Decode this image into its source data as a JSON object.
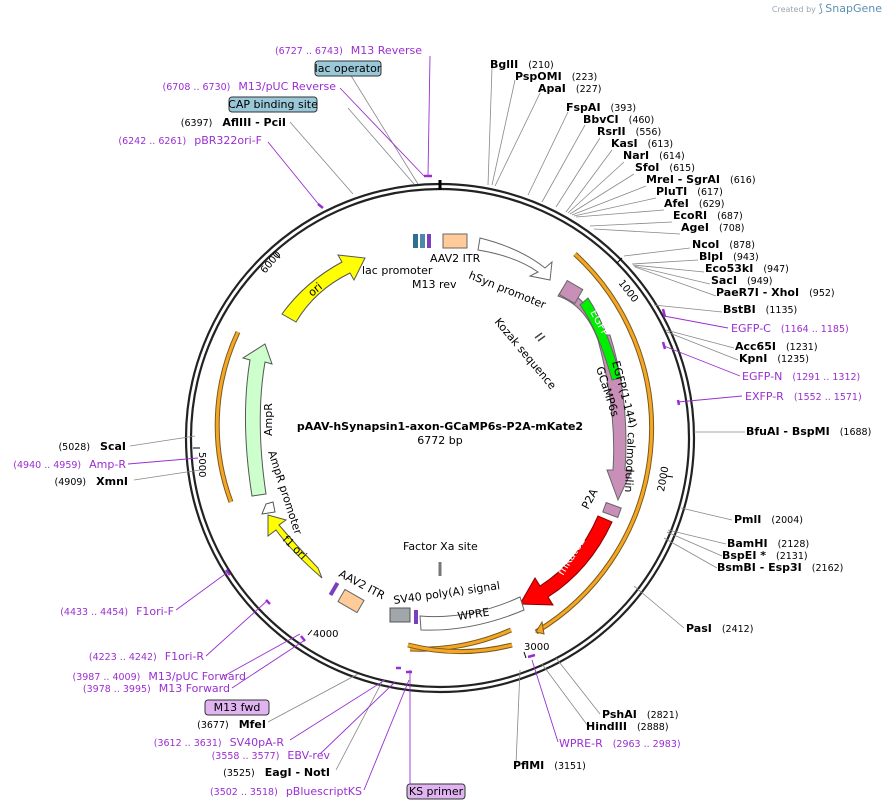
{
  "brand": {
    "prefix": "Created by",
    "name": "SnapGene"
  },
  "plasmid": {
    "name": "pAAV-hSynapsin1-axon-GCaMP6s-P2A-mKate2",
    "size_text": "6772 bp",
    "length": 6772
  },
  "ticks": [
    "1000",
    "2000",
    "3000",
    "4000",
    "5000",
    "6000"
  ],
  "sites": [
    {
      "name": "BglII",
      "pos": "(210)"
    },
    {
      "name": "PspOMI",
      "pos": "(223)"
    },
    {
      "name": "ApaI",
      "pos": "(227)"
    },
    {
      "name": "FspAI",
      "pos": "(393)"
    },
    {
      "name": "BbvCI",
      "pos": "(460)"
    },
    {
      "name": "RsrII",
      "pos": "(556)"
    },
    {
      "name": "KasI",
      "pos": "(613)"
    },
    {
      "name": "NarI",
      "pos": "(614)"
    },
    {
      "name": "SfoI",
      "pos": "(615)"
    },
    {
      "name": "MreI - SgrAI",
      "pos": "(616)"
    },
    {
      "name": "PluTI",
      "pos": "(617)"
    },
    {
      "name": "AfeI",
      "pos": "(629)"
    },
    {
      "name": "EcoRI",
      "pos": "(687)"
    },
    {
      "name": "AgeI",
      "pos": "(708)"
    },
    {
      "name": "NcoI",
      "pos": "(878)"
    },
    {
      "name": "BlpI",
      "pos": "(943)"
    },
    {
      "name": "Eco53kI",
      "pos": "(947)"
    },
    {
      "name": "SacI",
      "pos": "(949)"
    },
    {
      "name": "PaeR7I - XhoI",
      "pos": "(952)"
    },
    {
      "name": "BstBI",
      "pos": "(1135)"
    },
    {
      "name": "Acc65I",
      "pos": "(1231)"
    },
    {
      "name": "KpnI",
      "pos": "(1235)"
    },
    {
      "name": "BfuAI - BspMI",
      "pos": "(1688)"
    },
    {
      "name": "PmlI",
      "pos": "(2004)"
    },
    {
      "name": "BamHI",
      "pos": "(2128)"
    },
    {
      "name": "BspEI *",
      "pos": "(2131)"
    },
    {
      "name": "BsmBI - Esp3I",
      "pos": "(2162)"
    },
    {
      "name": "PasI",
      "pos": "(2412)"
    },
    {
      "name": "PshAI",
      "pos": "(2821)"
    },
    {
      "name": "HindIII",
      "pos": "(2888)"
    },
    {
      "name": "PflMI",
      "pos": "(3151)"
    },
    {
      "name": "EagI - NotI",
      "pos": "(3525)"
    },
    {
      "name": "MfeI",
      "pos": "(3677)"
    },
    {
      "name": "XmnI",
      "pos": "(4909)"
    },
    {
      "name": "ScaI",
      "pos": "(5028)"
    },
    {
      "name": "AflIII - PciI",
      "pos": "(6397)"
    }
  ],
  "primers": [
    {
      "name": "M13 Reverse",
      "pos": "(6727 .. 6743)"
    },
    {
      "name": "M13/pUC Reverse",
      "pos": "(6708 .. 6730)"
    },
    {
      "name": "pBR322ori-F",
      "pos": "(6242 .. 6261)"
    },
    {
      "name": "EGFP-C",
      "pos": "(1164 .. 1185)"
    },
    {
      "name": "EGFP-N",
      "pos": "(1291 .. 1312)"
    },
    {
      "name": "EXFP-R",
      "pos": "(1552 .. 1571)"
    },
    {
      "name": "WPRE-R",
      "pos": "(2963 .. 2983)"
    },
    {
      "name": "pBluescriptKS",
      "pos": "(3502 .. 3518)"
    },
    {
      "name": "EBV-rev",
      "pos": "(3558 .. 3577)"
    },
    {
      "name": "SV40pA-R",
      "pos": "(3612 .. 3631)"
    },
    {
      "name": "M13 Forward",
      "pos": "(3978 .. 3995)"
    },
    {
      "name": "M13/pUC Forward",
      "pos": "(3987 .. 4009)"
    },
    {
      "name": "F1ori-R",
      "pos": "(4223 .. 4242)"
    },
    {
      "name": "F1ori-F",
      "pos": "(4433 .. 4454)"
    },
    {
      "name": "Amp-R",
      "pos": "(4940 .. 4959)"
    }
  ],
  "boxed": [
    "lac operator",
    "CAP binding site",
    "M13 fwd",
    "KS primer"
  ],
  "features": [
    "AAV2 ITR",
    "lac promoter",
    "M13 rev",
    "hSyn promoter",
    "Kozak sequence",
    "EGFP",
    "EGFP(1-144)",
    "GCaMP6s",
    "calmodulin",
    "P2A",
    "mKate2",
    "WPRE",
    "SV40 poly(A) signal",
    "Factor Xa site",
    "AAV2 ITR",
    "f1 ori",
    "AmpR promoter",
    "AmpR",
    "ori"
  ],
  "colors": {
    "ori": "#ffff00",
    "ampr": "#ccffcc",
    "egfp": "#00ee00",
    "calmodulin": "#c890b8",
    "mkate2": "#ff0000",
    "itr": "#ffcc99",
    "hsyn": "#ffffff",
    "primer": "#9a2fd1",
    "orange_arc": "#f5a623",
    "lac": "#4a8aa8",
    "box_blue": "#9ac8d8",
    "box_purple": "#e0b4f0"
  }
}
